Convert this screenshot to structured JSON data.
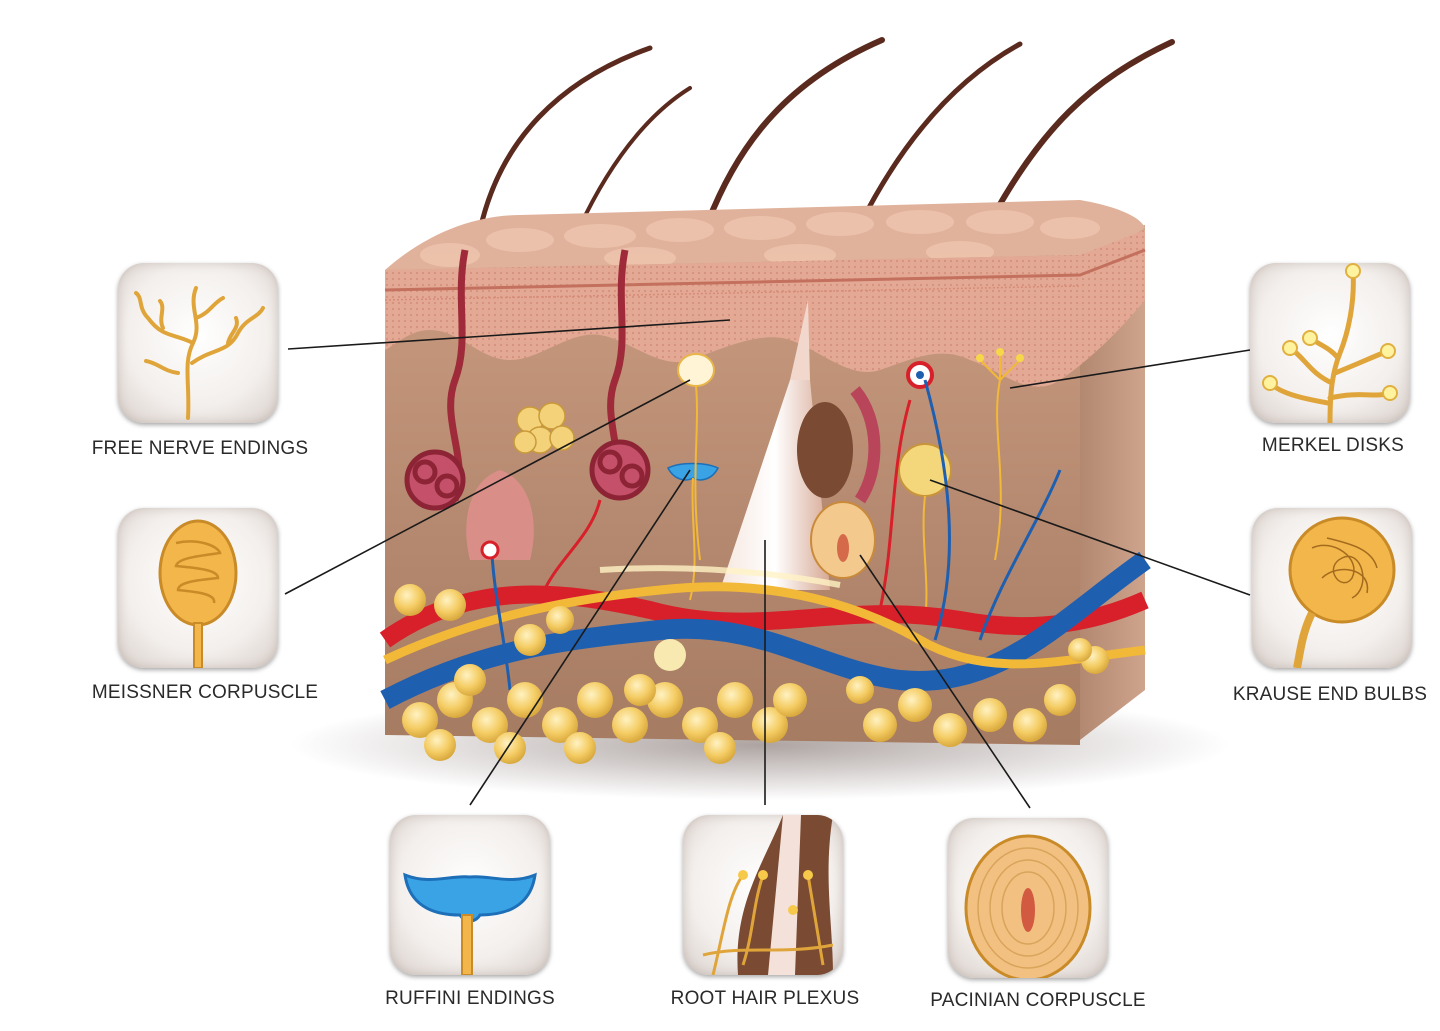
{
  "diagram": {
    "labels": {
      "free_nerve_endings": "FREE NERVE ENDINGS",
      "meissner_corpuscle": "MEISSNER CORPUSCLE",
      "merkel_disks": "MERKEL DISKS",
      "krause_end_bulbs": "KRAUSE END BULBS",
      "ruffini_endings": "RUFFINI ENDINGS",
      "root_hair_plexus": "ROOT HAIR PLEXUS",
      "pacinian_corpuscle": "PACINIAN CORPUSCLE"
    },
    "colors": {
      "epidermis": "#e8b9a3",
      "dermis": "#b98a6e",
      "nerve": "#f2b838",
      "artery": "#d8202a",
      "vein": "#1f5fb0",
      "fat": "#f5cf6a",
      "hair": "#5a2a1e"
    }
  }
}
